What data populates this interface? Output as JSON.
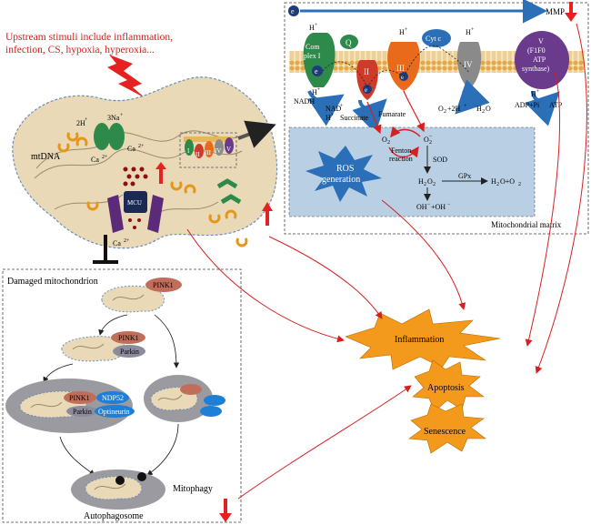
{
  "stimuli": {
    "line1": "Upstream stimuli include inflammation,",
    "line2": "infection, CS, hypoxia, hyperoxia..."
  },
  "cell": {
    "mtdna": "mtDNA",
    "h2": "2H",
    "h2_sup": "+",
    "na3": "3Na",
    "na3_sup": "+",
    "ca_left": "Ca",
    "ca_mid": "Ca",
    "ca_bottom": "Ca",
    "ca_sup": "2+",
    "mcu": "MCU",
    "complexes": [
      "I",
      "II",
      "III",
      "IV",
      "V"
    ]
  },
  "mito_panel": {
    "mmp": "MMP",
    "e": "e",
    "h_plus": "H",
    "h_sup": "+",
    "complex1_a": "Com",
    "complex1_b": "plex I",
    "q": "Q",
    "complex2": "II",
    "complex3": "III",
    "cytc": "Cyt c",
    "complex4": "IV",
    "complex5_l1": "V",
    "complex5_l2": "(F1F0",
    "complex5_l3": "ATP",
    "complex5_l4": "synthase)",
    "nadh": "NADH",
    "nad": "NAD",
    "succinate": "Succinate",
    "fumarate": "Fumarate",
    "o2_2h": "O",
    "o2_2h_tail": "+2H",
    "h2o": "H",
    "h2o_tail": "O",
    "adp": "ADP+Pi",
    "atp": "ATP",
    "o2": "O",
    "o2_minus": "O",
    "fenton1": "Fenton",
    "fenton2": "reaction",
    "sod": "SOD",
    "h2o2": "H",
    "h2o2_mid": "O",
    "gpx": "GPx",
    "h2o_o2": "H",
    "h2o_o2_mid": "O+O",
    "oh": "OH",
    "oh_tail": "+OH",
    "ros1": "ROS",
    "ros2": "generation",
    "matrix_label": "Mitochondrial matrix"
  },
  "mitophagy_panel": {
    "damaged": "Damaged mitochondrion",
    "pink1": "PINK1",
    "parkin": "Parkin",
    "ndp52": "NDP52",
    "optineurin": "Optineurin",
    "autophagosome": "Autophagosome",
    "mitophagy": "Mitophagy"
  },
  "outcomes": {
    "inflammation": "Inflammation",
    "apoptosis": "Apoptosis",
    "senescence": "Senescence"
  },
  "colors": {
    "red": "#d62020",
    "cell_fill": "#e9d9b6",
    "matrix_fill": "#b9cfe3",
    "membrane": "#e9b65e",
    "star": "#f39a1c",
    "blue": "#2a6fb8",
    "navy": "#1d3c7a"
  }
}
